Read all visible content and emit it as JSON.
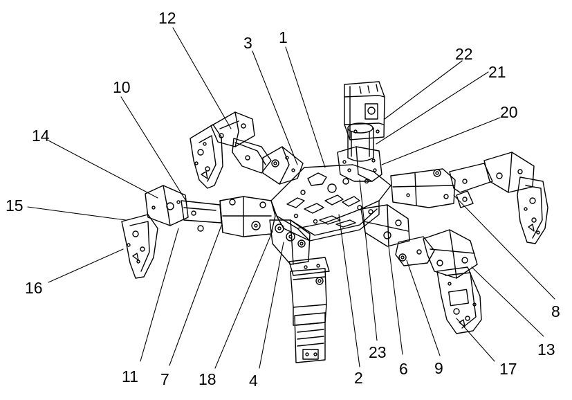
{
  "figure": {
    "kind": "patent line drawing",
    "subject": "hexapod robot with six servo-driven legs and a central turret",
    "callouts": [
      "1",
      "2",
      "3",
      "4",
      "6",
      "7",
      "8",
      "9",
      "10",
      "11",
      "12",
      "13",
      "14",
      "15",
      "16",
      "17",
      "18",
      "20",
      "21",
      "22",
      "23"
    ]
  }
}
